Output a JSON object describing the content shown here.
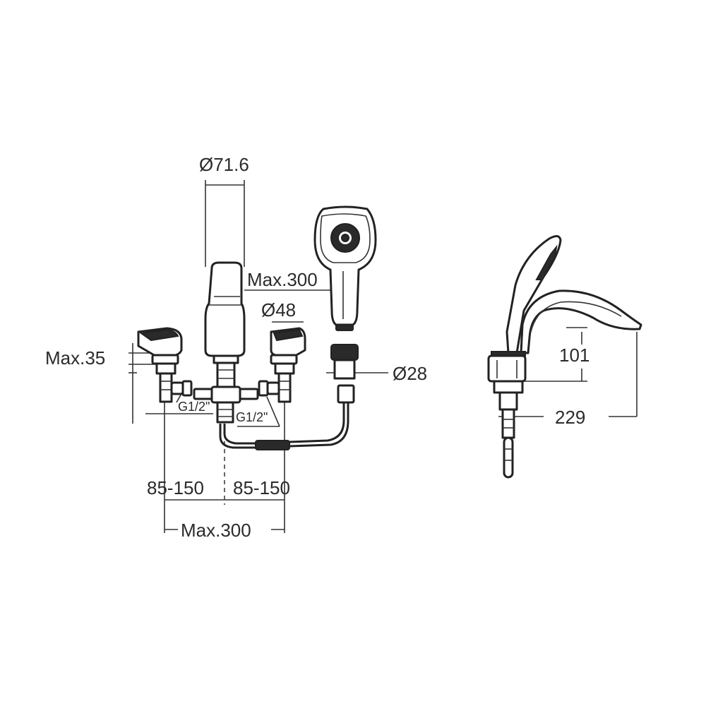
{
  "front_view": {
    "spout_diameter": "Ø71.6",
    "handshower_reach": "Max.300",
    "handle_diameter": "Ø48",
    "handle_height": "Max.35",
    "holder_diameter": "Ø28",
    "thread_left": "G1/2\"",
    "thread_center": "G1/2\"",
    "spacing_left": "85-150",
    "spacing_right": "85-150",
    "total_width": "Max.300"
  },
  "side_view": {
    "spout_height": "101",
    "spout_projection": "229"
  }
}
